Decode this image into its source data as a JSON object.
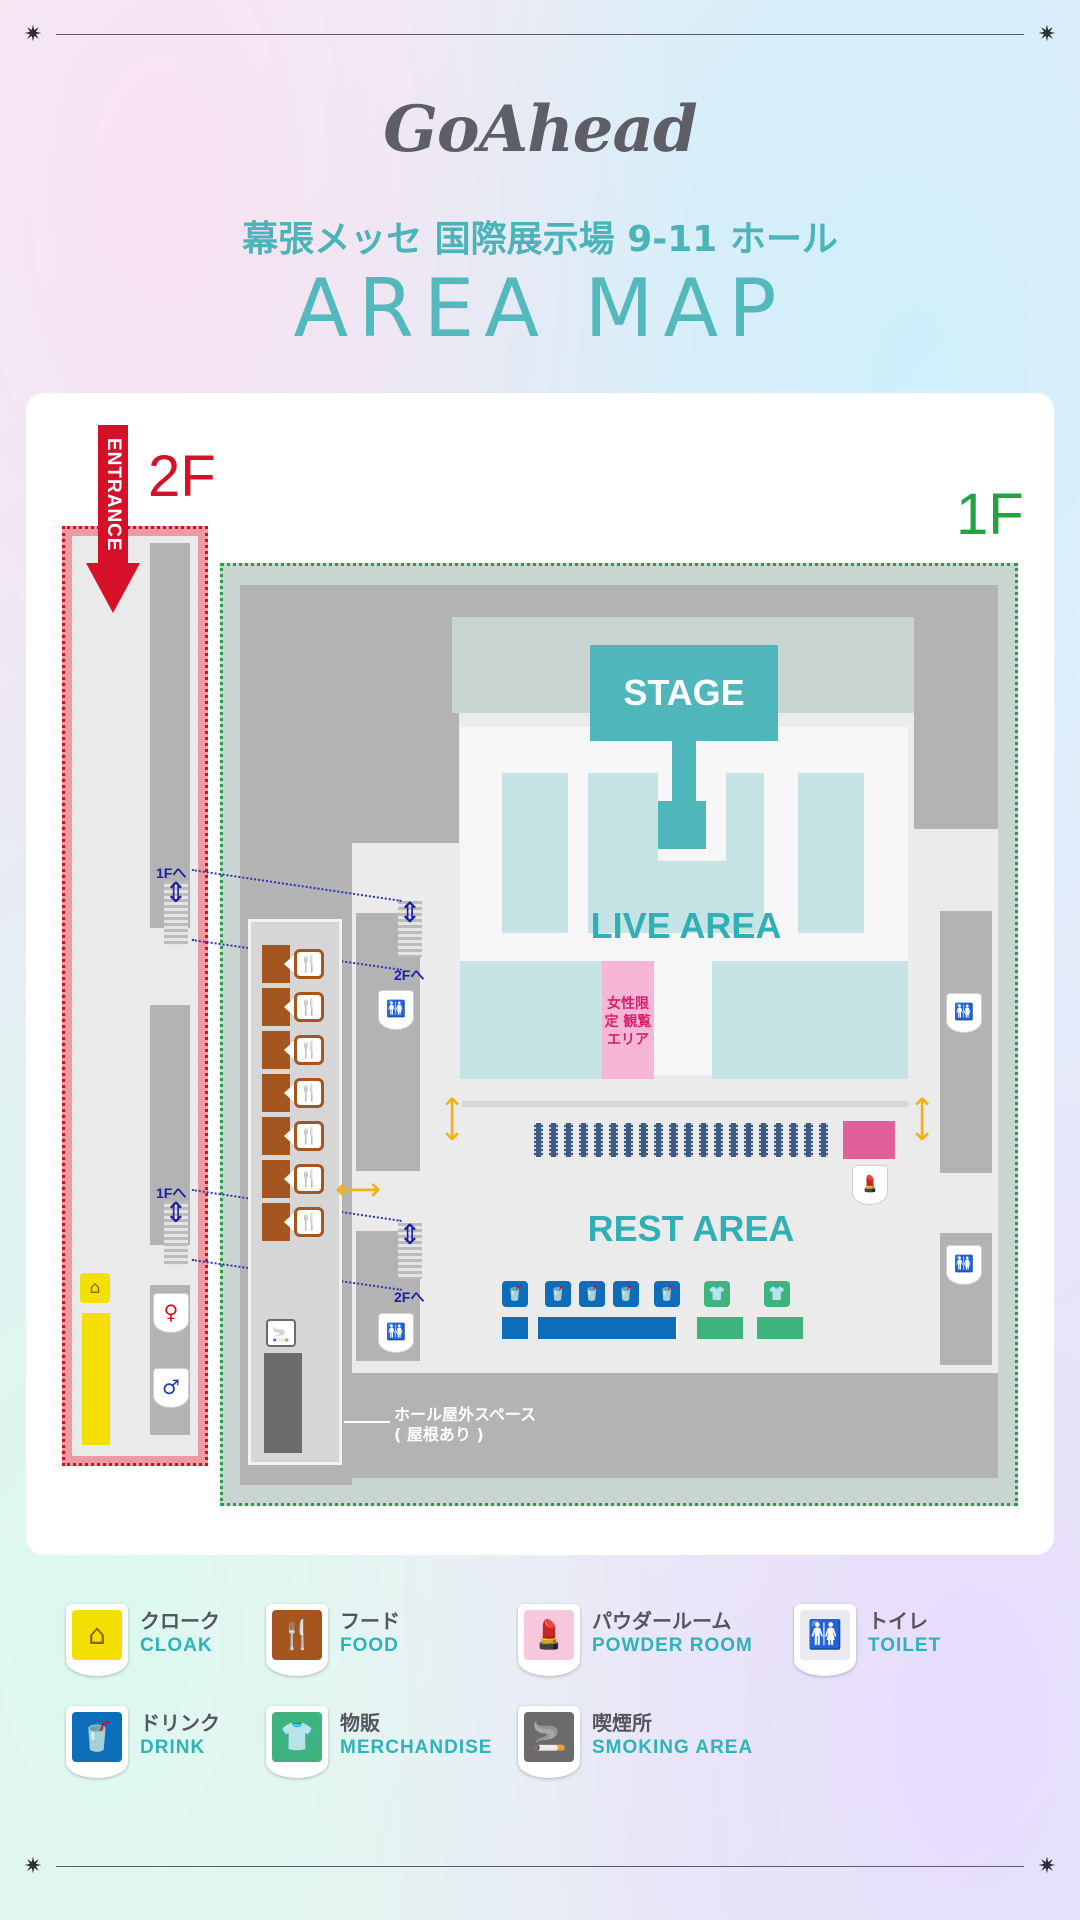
{
  "header": {
    "logo_text": "GoAhead",
    "venue": "幕張メッセ 国際展示場 9-11 ホール",
    "title": "AREA MAP"
  },
  "map": {
    "floor_2f": "2F",
    "floor_1f": "1F",
    "entrance": "ENTRANCE",
    "stage": "STAGE",
    "live_area": "LIVE AREA",
    "women_area": "女性限定 観覧エリア",
    "rest_area": "REST AREA",
    "to_1f": "1Fへ",
    "to_2f": "2Fへ",
    "outdoor_space_line1": "ホール屋外スペース",
    "outdoor_space_line2": "( 屋根あり )"
  },
  "legend": [
    {
      "jp": "クローク",
      "en": "CLOAK",
      "icon": "cloak-icon",
      "color": "#f4e000"
    },
    {
      "jp": "フード",
      "en": "FOOD",
      "icon": "food-icon",
      "color": "#a5561f"
    },
    {
      "jp": "パウダールーム",
      "en": "POWDER ROOM",
      "icon": "powder-room-icon",
      "color": "#f7c7dc"
    },
    {
      "jp": "トイレ",
      "en": "TOILET",
      "icon": "toilet-icon",
      "color": "#ffffff"
    },
    {
      "jp": "ドリンク",
      "en": "DRINK",
      "icon": "drink-icon",
      "color": "#0d6db8"
    },
    {
      "jp": "物販",
      "en": "MERCHANDISE",
      "icon": "merchandise-icon",
      "color": "#3fb37f"
    },
    {
      "jp": "喫煙所",
      "en": "SMOKING AREA",
      "icon": "smoking-icon",
      "color": "#6b6b6b"
    }
  ],
  "colors": {
    "accent": "#4fb6bb",
    "floor_2f": "#d7102a",
    "floor_1f": "#24a140"
  }
}
